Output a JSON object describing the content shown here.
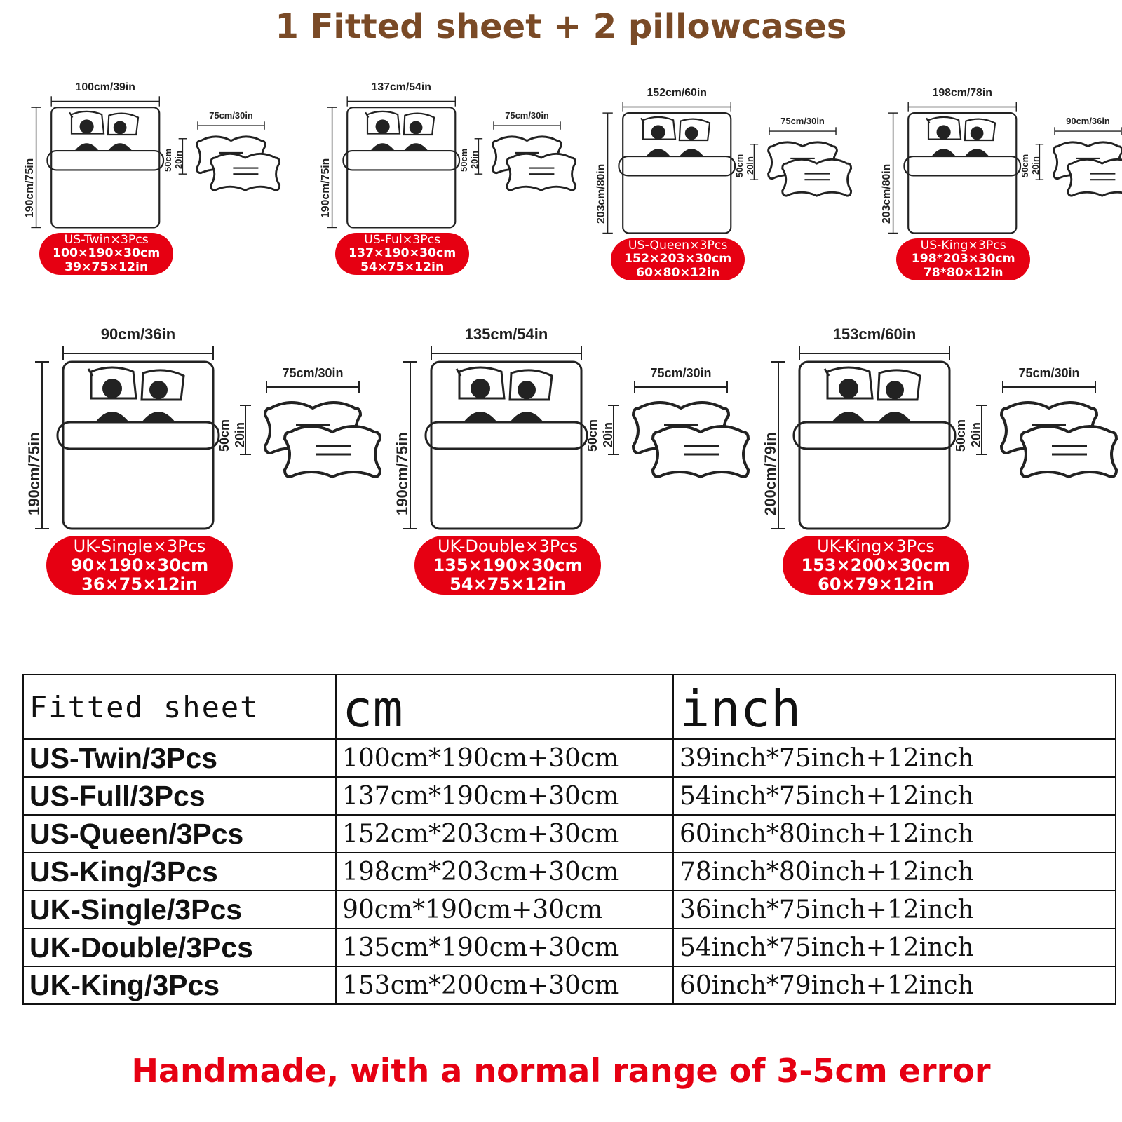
{
  "title": "1 Fitted sheet + 2 pillowcases",
  "beds": [
    {
      "sheet_width": "100cm/39in",
      "sheet_length": "190cm/75in",
      "pillow_width": "75cm/30in",
      "pillow_h_cm": "50cm",
      "pillow_h_in": "20in",
      "badge_line1": "US-Twin×3Pcs",
      "badge_line2": "100×190×30cm",
      "badge_line3": "39×75×12in"
    },
    {
      "sheet_width": "137cm/54in",
      "sheet_length": "190cm/75in",
      "pillow_width": "75cm/30in",
      "pillow_h_cm": "50cm",
      "pillow_h_in": "20in",
      "badge_line1": "US-Ful×3Pcs",
      "badge_line2": "137×190×30cm",
      "badge_line3": "54×75×12in"
    },
    {
      "sheet_width": "152cm/60in",
      "sheet_length": "203cm/80in",
      "pillow_width": "75cm/30in",
      "pillow_h_cm": "50cm",
      "pillow_h_in": "20in",
      "badge_line1": "US-Queen×3Pcs",
      "badge_line2": "152×203×30cm",
      "badge_line3": "60×80×12in"
    },
    {
      "sheet_width": "198cm/78in",
      "sheet_length": "203cm/80in",
      "pillow_width": "90cm/36in",
      "pillow_h_cm": "50cm",
      "pillow_h_in": "20in",
      "badge_line1": "US-King×3Pcs",
      "badge_line2": "198*203×30cm",
      "badge_line3": "78*80×12in"
    },
    {
      "sheet_width": "90cm/36in",
      "sheet_length": "190cm/75in",
      "pillow_width": "75cm/30in",
      "pillow_h_cm": "50cm",
      "pillow_h_in": "20in",
      "badge_line1": "UK-Single×3Pcs",
      "badge_line2": "90×190×30cm",
      "badge_line3": "36×75×12in"
    },
    {
      "sheet_width": "135cm/54in",
      "sheet_length": "190cm/75in",
      "pillow_width": "75cm/30in",
      "pillow_h_cm": "50cm",
      "pillow_h_in": "20in",
      "badge_line1": "UK-Double×3Pcs",
      "badge_line2": "135×190×30cm",
      "badge_line3": "54×75×12in"
    },
    {
      "sheet_width": "153cm/60in",
      "sheet_length": "200cm/79in",
      "pillow_width": "75cm/30in",
      "pillow_h_cm": "50cm",
      "pillow_h_in": "20in",
      "badge_line1": "UK-King×3Pcs",
      "badge_line2": "153×200×30cm",
      "badge_line3": "60×79×12in"
    }
  ],
  "table": {
    "headers": [
      "Fitted sheet",
      "cm",
      "inch"
    ],
    "rows": [
      [
        "US-Twin/3Pcs",
        "100cm*190cm+30cm",
        "39inch*75inch+12inch"
      ],
      [
        "US-Full/3Pcs",
        "137cm*190cm+30cm",
        "54inch*75inch+12inch"
      ],
      [
        "US-Queen/3Pcs",
        "152cm*203cm+30cm",
        "60inch*80inch+12inch"
      ],
      [
        "US-King/3Pcs",
        "198cm*203cm+30cm",
        "78inch*80inch+12inch"
      ],
      [
        "UK-Single/3Pcs",
        "90cm*190cm+30cm",
        "36inch*75inch+12inch"
      ],
      [
        "UK-Double/3Pcs",
        "135cm*190cm+30cm",
        "54inch*75inch+12inch"
      ],
      [
        "UK-King/3Pcs",
        "153cm*200cm+30cm",
        "60inch*79inch+12inch"
      ]
    ]
  },
  "footer": "Handmade, with a normal range of 3-5cm error",
  "colors": {
    "title": "#7a4a26",
    "badge": "#e60012",
    "footer": "#e60012",
    "line": "#222222"
  }
}
